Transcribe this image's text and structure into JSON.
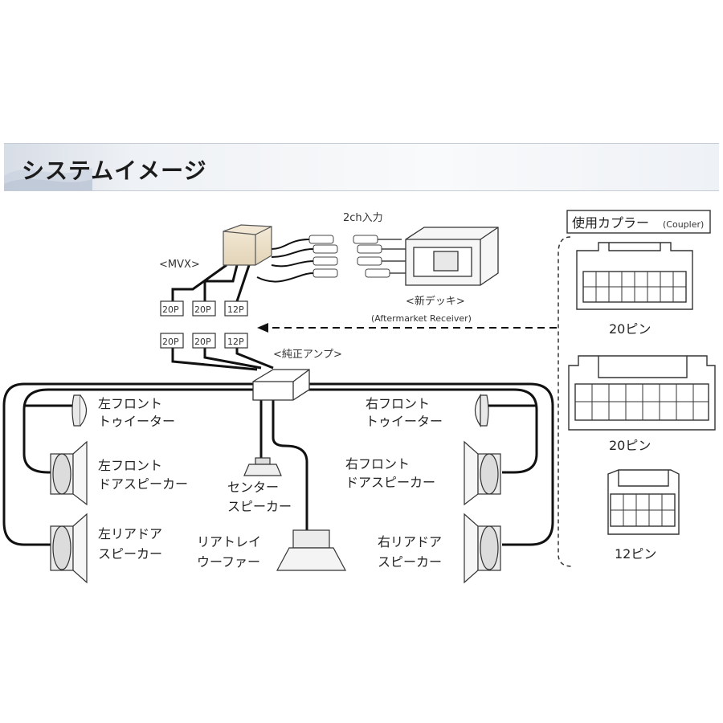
{
  "header": {
    "title": "システムイメージ"
  },
  "diagram": {
    "input_label": "2ch入力",
    "mvx_label": "<MVX>",
    "deck_label": "<新デッキ>",
    "deck_sub": "(Aftermarket Receiver)",
    "amp_label": "<純正アンプ>",
    "connectors_top": [
      "20P",
      "20P",
      "12P"
    ],
    "connectors_bottom": [
      "20P",
      "20P",
      "12P"
    ],
    "speakers": {
      "left_front_tweeter": [
        "左フロント",
        "トゥイーター"
      ],
      "left_front_door": [
        "左フロント",
        "ドアスピーカー"
      ],
      "left_rear_door": [
        "左リアドア",
        "スピーカー"
      ],
      "center": [
        "センター",
        "スピーカー"
      ],
      "rear_tray_woofer": [
        "リアトレイ",
        "ウーファー"
      ],
      "right_front_tweeter": [
        "右フロント",
        "トゥイーター"
      ],
      "right_front_door": [
        "右フロント",
        "ドアスピーカー"
      ],
      "right_rear_door": [
        "右リアドア",
        "スピーカー"
      ]
    }
  },
  "coupler": {
    "title": "使用カプラー",
    "title_en": "(Coupler)",
    "items": [
      "20ピン",
      "20ピン",
      "12ピン"
    ]
  }
}
